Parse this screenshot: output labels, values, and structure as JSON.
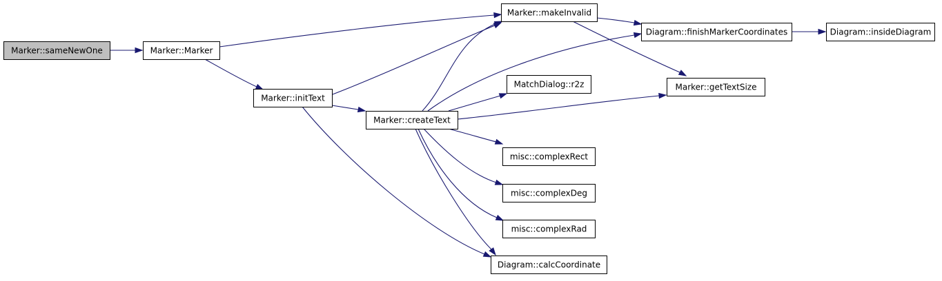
{
  "colors": {
    "edge": "#191970",
    "node_fill": "#ffffff",
    "highlight_fill": "#bfbfbf",
    "border": "#000000"
  },
  "nodes": [
    {
      "id": "sameNewOne",
      "label": "Marker::sameNewOne",
      "highlighted": true
    },
    {
      "id": "marker",
      "label": "Marker::Marker",
      "highlighted": false
    },
    {
      "id": "initText",
      "label": "Marker::initText",
      "highlighted": false
    },
    {
      "id": "createText",
      "label": "Marker::createText",
      "highlighted": false
    },
    {
      "id": "makeInvalid",
      "label": "Marker::makeInvalid",
      "highlighted": false
    },
    {
      "id": "finishMarkerCoordinates",
      "label": "Diagram::finishMarkerCoordinates",
      "highlighted": false
    },
    {
      "id": "insideDiagram",
      "label": "Diagram::insideDiagram",
      "highlighted": false
    },
    {
      "id": "getTextSize",
      "label": "Marker::getTextSize",
      "highlighted": false
    },
    {
      "id": "r2z",
      "label": "MatchDialog::r2z",
      "highlighted": false
    },
    {
      "id": "complexRect",
      "label": "misc::complexRect",
      "highlighted": false
    },
    {
      "id": "complexDeg",
      "label": "misc::complexDeg",
      "highlighted": false
    },
    {
      "id": "complexRad",
      "label": "misc::complexRad",
      "highlighted": false
    },
    {
      "id": "calcCoordinate",
      "label": "Diagram::calcCoordinate",
      "highlighted": false
    }
  ],
  "edges": [
    {
      "from": "sameNewOne",
      "to": "marker"
    },
    {
      "from": "marker",
      "to": "makeInvalid"
    },
    {
      "from": "marker",
      "to": "initText"
    },
    {
      "from": "initText",
      "to": "makeInvalid"
    },
    {
      "from": "initText",
      "to": "createText"
    },
    {
      "from": "initText",
      "to": "calcCoordinate"
    },
    {
      "from": "createText",
      "to": "makeInvalid"
    },
    {
      "from": "createText",
      "to": "finishMarkerCoordinates"
    },
    {
      "from": "createText",
      "to": "r2z"
    },
    {
      "from": "createText",
      "to": "getTextSize"
    },
    {
      "from": "createText",
      "to": "complexRect"
    },
    {
      "from": "createText",
      "to": "complexDeg"
    },
    {
      "from": "createText",
      "to": "complexRad"
    },
    {
      "from": "createText",
      "to": "calcCoordinate"
    },
    {
      "from": "makeInvalid",
      "to": "finishMarkerCoordinates"
    },
    {
      "from": "makeInvalid",
      "to": "getTextSize"
    },
    {
      "from": "finishMarkerCoordinates",
      "to": "insideDiagram"
    }
  ]
}
